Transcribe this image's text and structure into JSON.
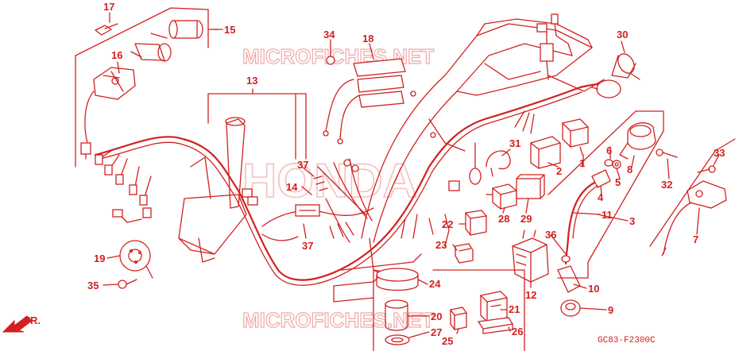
{
  "watermark_top": "MICROFICHES.NET",
  "watermark_bottom": "MICROFICHES.NET",
  "watermark_center": "HONDA",
  "diagram_code": "GC83-F2300C",
  "direction_label": "FR.",
  "labels": {
    "l1": "1",
    "l2": "2",
    "l3": "3",
    "l4": "4",
    "l5": "5",
    "l6": "6",
    "l7": "7",
    "l8": "8",
    "l9": "9",
    "l10": "10",
    "l11": "11",
    "l12": "12",
    "l13": "13",
    "l14": "14",
    "l15": "15",
    "l16": "16",
    "l17": "17",
    "l18": "18",
    "l19": "19",
    "l20": "20",
    "l21": "21",
    "l22": "22",
    "l23": "23",
    "l24": "24",
    "l25": "25",
    "l26": "26",
    "l27": "27",
    "l28": "28",
    "l29": "29",
    "l30": "30",
    "l31": "31",
    "l32": "32",
    "l33": "33",
    "l34": "34",
    "l35": "35",
    "l36": "36",
    "l37a": "37",
    "l37b": "37"
  }
}
